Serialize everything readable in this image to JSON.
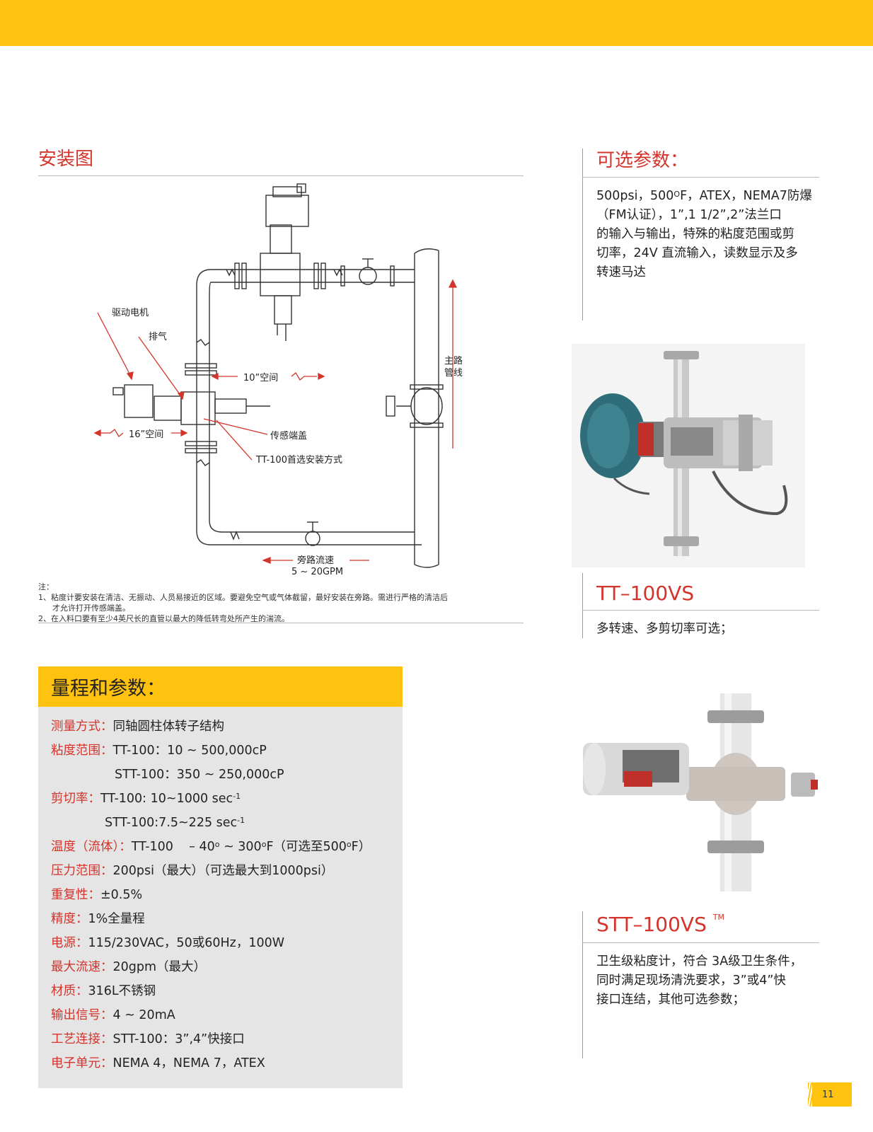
{
  "install": {
    "title": "安装图",
    "labels": {
      "motor": "驱动电机",
      "vent": "排气",
      "space10": "10”空间",
      "space16": "16”空间",
      "main_line_1": "主路",
      "main_line_2": "管线",
      "sensor_cap": "传感端盖",
      "preferred": "TT-100首选安装方式",
      "bypass_1": "旁路流速",
      "bypass_2": "5 ~ 20GPM"
    },
    "notes": {
      "head": "注：",
      "line1": "1、粘度计要安装在清洁、无振动、人员易接近的区域。要避免空气或气体截留，最好安装在旁路。需进行严格的清洁后",
      "line1b": "才允许打开传感端盖。",
      "line2": "2、在入料口要有至少4英尺长的直管以最大的降低转弯处所产生的湍流。"
    }
  },
  "specs": {
    "title": "量程和参数：",
    "rows": [
      {
        "k": "测量方式：",
        "v": "同轴圆柱体转子结构"
      },
      {
        "k": "粘度范围：",
        "v": "TT-100：10 ~ 500,000cP"
      },
      {
        "k": "",
        "v": "STT-100：350 ~ 250,000cP"
      },
      {
        "k": "剪切率：",
        "v": "TT-100: 10~1000 sec",
        "sup": "-1"
      },
      {
        "k": "",
        "v": "STT-100:7.5~225 sec",
        "sup": "-1"
      },
      {
        "k": "温度（流体）：",
        "v1": "TT-100    – 40",
        "sup1": "o",
        "v2": " ~ 300",
        "sup2": "o",
        "v3": "F（可选至500",
        "sup3": "o",
        "v4": "F）"
      },
      {
        "k": "压力范围：",
        "v": "200psi（最大）（可选最大到1000psi）"
      },
      {
        "k": "重复性：",
        "v": "±0.5%"
      },
      {
        "k": "精度：",
        "v": "1%全量程"
      },
      {
        "k": "电源：",
        "v": "115/230VAC，50或60Hz，100W"
      },
      {
        "k": "最大流速：",
        "v": "20gpm（最大）"
      },
      {
        "k": "材质：",
        "v": "316L不锈钢"
      },
      {
        "k": "输出信号：",
        "v": "4 ~ 20mA"
      },
      {
        "k": "工艺连接：",
        "v": "STT-100：3”,4”快接口"
      },
      {
        "k": "电子单元：",
        "v": "NEMA 4，NEMA 7，ATEX"
      }
    ]
  },
  "options": {
    "title": "可选参数：",
    "l1a": "500psi，500",
    "l1sup": "O",
    "l1b": "F，ATEX，NEMA7防爆",
    "l2": "（FM认证），1”,1 1/2”,2”法兰口",
    "l3": "的输入与输出，特殊的粘度范围或剪",
    "l4": "切率，24V 直流输入，读数显示及多",
    "l5": "转速马达"
  },
  "tt100vs": {
    "model": "TT–100VS",
    "desc": "多转速、多剪切率可选；"
  },
  "stt100vs": {
    "model": "STT–100VS",
    "tm": "TM",
    "d1": "卫生级粘度计，符合 3A级卫生条件，",
    "d2": "同时满足现场清洗要求，3”或4”快",
    "d3": "接口连结，其他可选参数；"
  },
  "page_number": "11",
  "colors": {
    "accent": "#FFC20E",
    "heading": "#D3342B",
    "panel": "#E5E5E5"
  }
}
